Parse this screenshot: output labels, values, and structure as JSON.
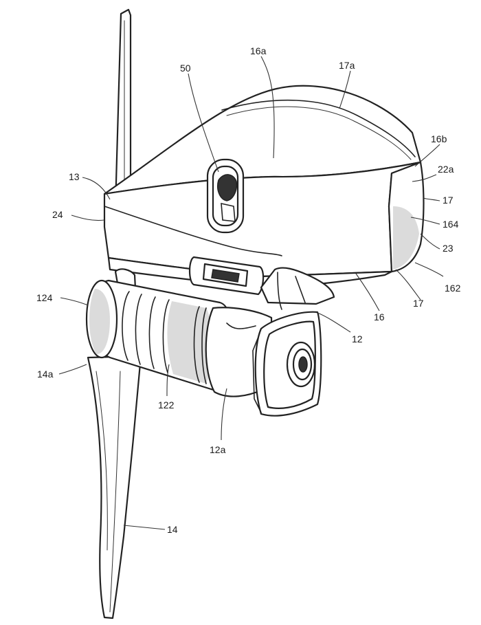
{
  "figure": {
    "labels": [
      {
        "id": "l50",
        "text": "50"
      },
      {
        "id": "l16a",
        "text": "16a"
      },
      {
        "id": "l17a",
        "text": "17a"
      },
      {
        "id": "l16b",
        "text": "16b"
      },
      {
        "id": "l22a",
        "text": "22a"
      },
      {
        "id": "l13",
        "text": "13"
      },
      {
        "id": "l17t",
        "text": "17"
      },
      {
        "id": "l24",
        "text": "24"
      },
      {
        "id": "l164",
        "text": "164"
      },
      {
        "id": "l23",
        "text": "23"
      },
      {
        "id": "l162",
        "text": "162"
      },
      {
        "id": "l124",
        "text": "124"
      },
      {
        "id": "l17b",
        "text": "17"
      },
      {
        "id": "l16",
        "text": "16"
      },
      {
        "id": "l12",
        "text": "12"
      },
      {
        "id": "l14a",
        "text": "14a"
      },
      {
        "id": "l122",
        "text": "122"
      },
      {
        "id": "l12a",
        "text": "12a"
      },
      {
        "id": "l14",
        "text": "14"
      }
    ]
  },
  "colors": {
    "stroke": "#222222",
    "shade": "#bdbdbd",
    "background": "#ffffff"
  }
}
